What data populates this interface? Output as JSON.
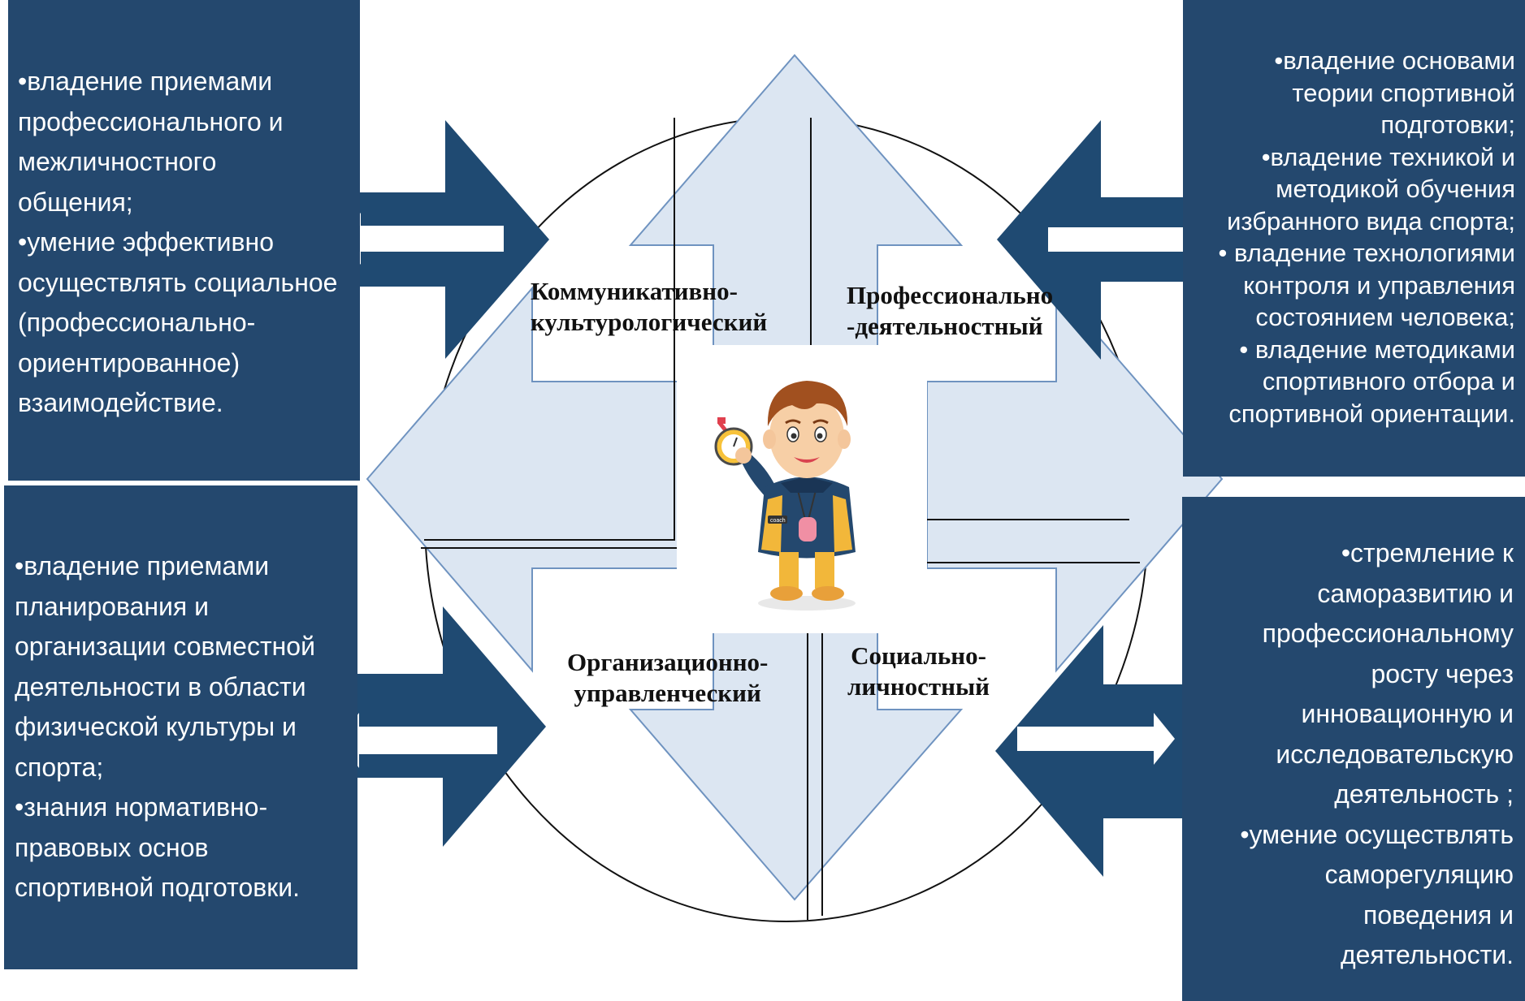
{
  "panels": {
    "top_left": [
      "•владение приемами",
      "профессионального и",
      "межличностного",
      "общения;",
      "•умение эффективно",
      "осуществлять социальное",
      "(профессионально-",
      "ориентированное)",
      "взаимодействие."
    ],
    "top_right": [
      "•владение основами",
      "теории спортивной",
      "подготовки;",
      "•владение техникой и",
      "методикой обучения",
      "избранного вида спорта;",
      "• владение технологиями",
      "контроля и управления",
      "состоянием человека;",
      "• владение методиками",
      "спортивного отбора и",
      "спортивной ориентации."
    ],
    "bottom_left": [
      "•владение приемами",
      "планирования и",
      "организации совместной",
      "деятельности в области",
      "физической культуры и",
      "спорта;",
      "•знания нормативно-",
      "правовых основ",
      "спортивной подготовки."
    ],
    "bottom_right": [
      "•стремление к",
      "саморазвитию и",
      "профессиональному",
      "росту через",
      "инновационную и",
      "исследовательскую",
      "деятельность ;",
      "•умение осуществлять",
      "саморегуляцию",
      "поведения и",
      "деятельности."
    ]
  },
  "quadrants": {
    "communicative": [
      "Коммуникативно-",
      "культурологический"
    ],
    "professional": [
      "Профессионально",
      "-деятельностный"
    ],
    "organizational": [
      "Организационно-",
      "управленческий"
    ],
    "social": [
      "Социально-",
      "личностный"
    ]
  },
  "illustration": {
    "badge_text": "coach"
  },
  "colors": {
    "panel": "#24486e",
    "arrow_fill": "#dce6f2",
    "arrow_stroke": "#6f93c0",
    "dark_arrow": "#1f4a72"
  }
}
